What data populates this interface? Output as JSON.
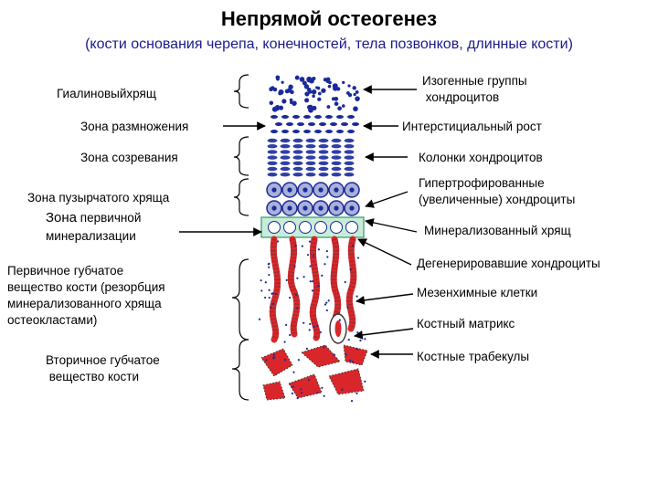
{
  "title": "Непрямой остеогенез",
  "subtitle": "(кости основания черепа, конечностей, тела позвонков, длинные кости)",
  "left_labels": {
    "hyaline": "Гиалиновыйхрящ",
    "proliferation": "Зона размножения",
    "maturation": "Зона созревания",
    "vesicular": "Зона пузырчатого хряща",
    "primary_mineral_1": "Зона",
    "primary_mineral_2": " первичной",
    "primary_mineral_3": "минерализации",
    "primary_spongy": "Первичное губчатое\nвещество кости (резорбция\nминерализованного хряща\nостеокластами)",
    "secondary_spongy": "Вторичное губчатое\n вещество кости"
  },
  "right_labels": {
    "isogenous": "Изогенные группы\n хондроцитов",
    "interstitial": "Интерстициальный рост",
    "columns": "Колонки хондроцитов",
    "hypertrophied": "Гипертрофированные\n(увеличенные) хондроциты",
    "mineralized": "Минерализованный хрящ",
    "degenerated": "Дегенерировавшие хондроциты",
    "mesenchymal": "Мезенхимные клетки",
    "matrix": "Костный матрикс",
    "trabeculae": "Костные трабекулы"
  },
  "colors": {
    "cell_blue": "#1a2a9a",
    "bone_red": "#d9262a",
    "mineral_green": "#2e9a6a"
  }
}
